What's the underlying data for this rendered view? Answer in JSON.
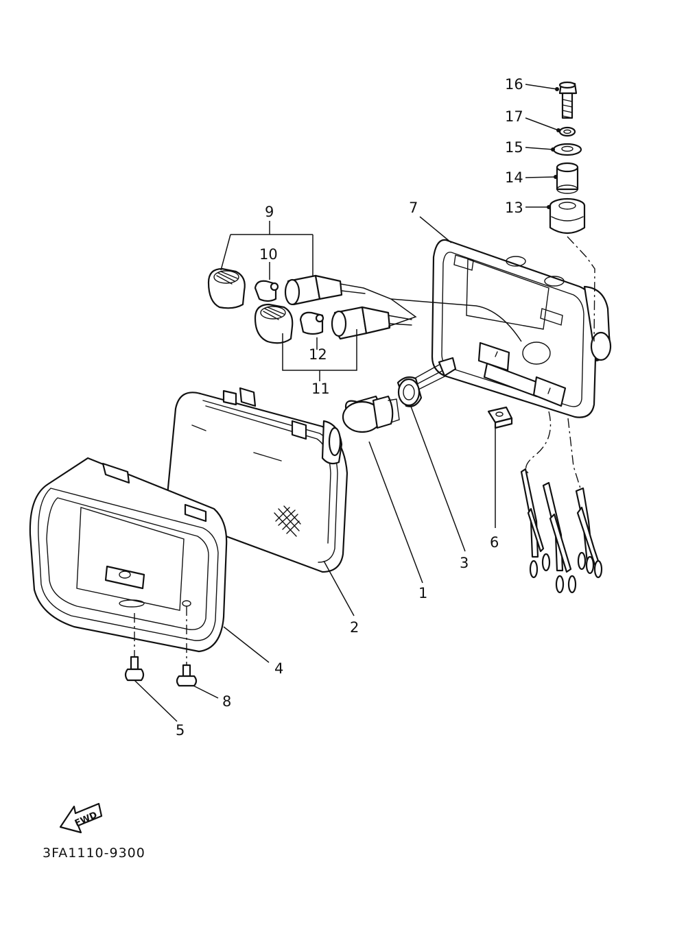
{
  "diagram": {
    "drawing_code": "3FA1110-9300",
    "direction_label": "FWD",
    "callouts": [
      {
        "id": "1",
        "label": "1"
      },
      {
        "id": "2",
        "label": "2"
      },
      {
        "id": "3",
        "label": "3"
      },
      {
        "id": "4",
        "label": "4"
      },
      {
        "id": "5",
        "label": "5"
      },
      {
        "id": "6",
        "label": "6"
      },
      {
        "id": "7",
        "label": "7"
      },
      {
        "id": "8",
        "label": "8"
      },
      {
        "id": "9",
        "label": "9"
      },
      {
        "id": "10",
        "label": "10"
      },
      {
        "id": "11",
        "label": "11"
      },
      {
        "id": "12",
        "label": "12"
      },
      {
        "id": "13",
        "label": "13"
      },
      {
        "id": "14",
        "label": "14"
      },
      {
        "id": "15",
        "label": "15"
      },
      {
        "id": "16",
        "label": "16"
      },
      {
        "id": "17",
        "label": "17"
      }
    ]
  }
}
